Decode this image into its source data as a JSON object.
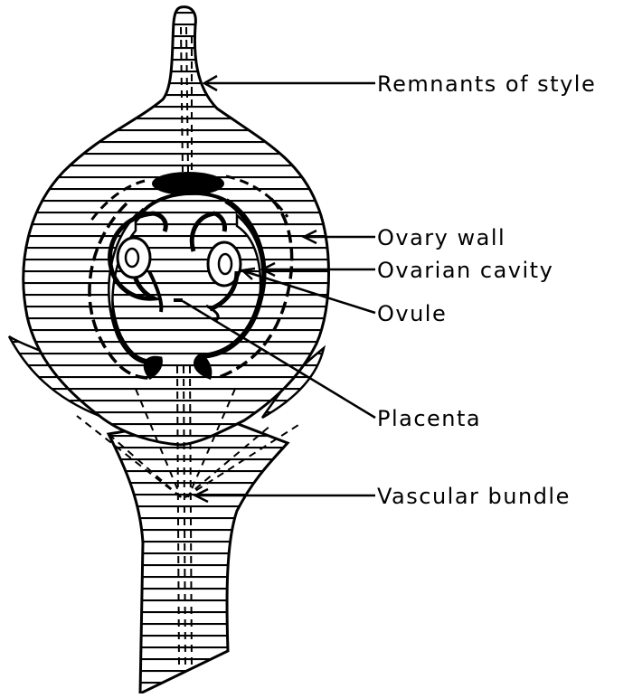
{
  "labels": {
    "style_remnants": "Remnants of style",
    "ovary_wall": "Ovary wall",
    "ovarian_cavity": "Ovarian cavity",
    "ovule": "Ovule",
    "placenta": "Placenta",
    "vascular_bundle": "Vascular bundle"
  }
}
